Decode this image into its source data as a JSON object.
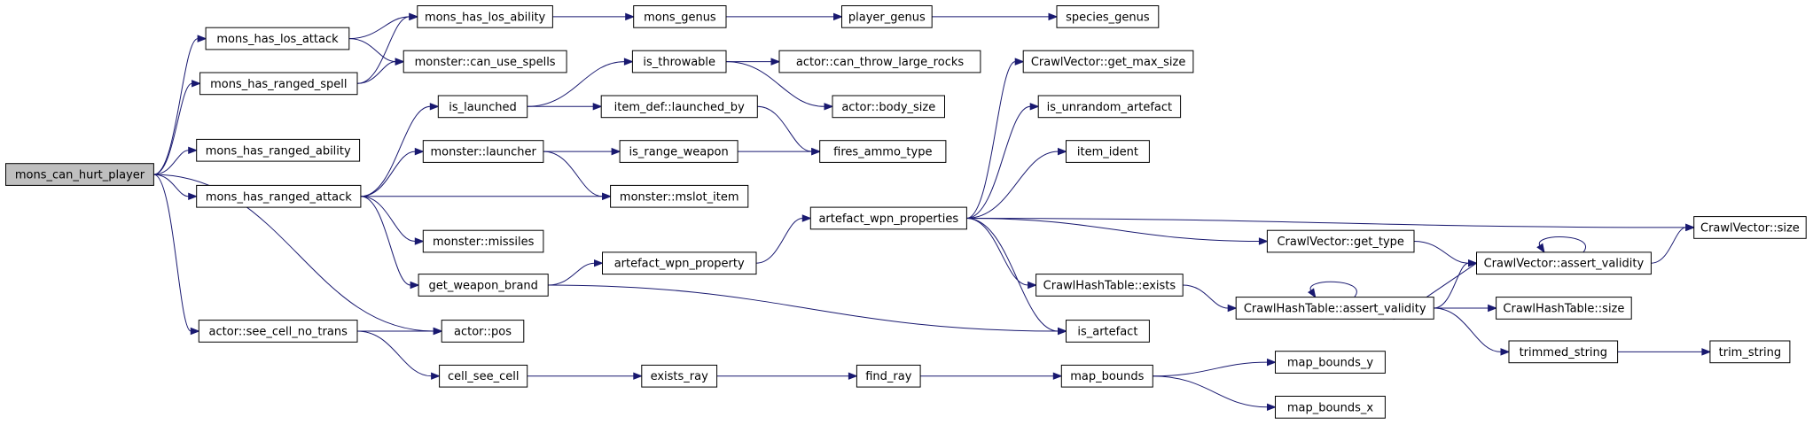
{
  "graph": {
    "edge_color": "#191970",
    "root_fill": "#bfbfbf",
    "node_fill": "#ffffff",
    "nodes": [
      {
        "id": "mons_can_hurt_player",
        "label": "mons_can_hurt_player",
        "root": true
      },
      {
        "id": "mons_has_los_attack",
        "label": "mons_has_los_attack"
      },
      {
        "id": "mons_has_ranged_spell",
        "label": "mons_has_ranged_spell"
      },
      {
        "id": "mons_has_ranged_ability",
        "label": "mons_has_ranged_ability"
      },
      {
        "id": "mons_has_ranged_attack",
        "label": "mons_has_ranged_attack"
      },
      {
        "id": "actor_see_cell_no_trans",
        "label": "actor::see_cell_no_trans"
      },
      {
        "id": "mons_has_los_ability",
        "label": "mons_has_los_ability"
      },
      {
        "id": "monster_can_use_spells",
        "label": "monster::can_use_spells"
      },
      {
        "id": "is_launched",
        "label": "is_launched"
      },
      {
        "id": "monster_launcher",
        "label": "monster::launcher"
      },
      {
        "id": "monster_missiles",
        "label": "monster::missiles"
      },
      {
        "id": "get_weapon_brand",
        "label": "get_weapon_brand"
      },
      {
        "id": "actor_pos",
        "label": "actor::pos"
      },
      {
        "id": "cell_see_cell",
        "label": "cell_see_cell"
      },
      {
        "id": "mons_genus",
        "label": "mons_genus"
      },
      {
        "id": "is_throwable",
        "label": "is_throwable"
      },
      {
        "id": "item_def_launched_by",
        "label": "item_def::launched_by"
      },
      {
        "id": "is_range_weapon",
        "label": "is_range_weapon"
      },
      {
        "id": "monster_mslot_item",
        "label": "monster::mslot_item"
      },
      {
        "id": "artefact_wpn_property",
        "label": "artefact_wpn_property"
      },
      {
        "id": "exists_ray",
        "label": "exists_ray"
      },
      {
        "id": "player_genus",
        "label": "player_genus"
      },
      {
        "id": "actor_can_throw_large_rocks",
        "label": "actor::can_throw_large_rocks"
      },
      {
        "id": "actor_body_size",
        "label": "actor::body_size"
      },
      {
        "id": "fires_ammo_type",
        "label": "fires_ammo_type"
      },
      {
        "id": "artefact_wpn_properties",
        "label": "artefact_wpn_properties"
      },
      {
        "id": "find_ray",
        "label": "find_ray"
      },
      {
        "id": "species_genus",
        "label": "species_genus"
      },
      {
        "id": "crawlvector_get_max_size",
        "label": "CrawlVector::get_max_size"
      },
      {
        "id": "is_unrandom_artefact",
        "label": "is_unrandom_artefact"
      },
      {
        "id": "item_ident",
        "label": "item_ident"
      },
      {
        "id": "crawlhashtable_exists",
        "label": "CrawlHashTable::exists"
      },
      {
        "id": "is_artefact",
        "label": "is_artefact"
      },
      {
        "id": "map_bounds",
        "label": "map_bounds"
      },
      {
        "id": "crawlvector_get_type",
        "label": "CrawlVector::get_type"
      },
      {
        "id": "crawlhashtable_assert_validity",
        "label": "CrawlHashTable::assert_validity"
      },
      {
        "id": "map_bounds_y",
        "label": "map_bounds_y"
      },
      {
        "id": "map_bounds_x",
        "label": "map_bounds_x"
      },
      {
        "id": "crawlvector_assert_validity",
        "label": "CrawlVector::assert_validity"
      },
      {
        "id": "crawlhashtable_size",
        "label": "CrawlHashTable::size"
      },
      {
        "id": "trimmed_string",
        "label": "trimmed_string"
      },
      {
        "id": "crawlvector_size",
        "label": "CrawlVector::size"
      },
      {
        "id": "trim_string",
        "label": "trim_string"
      }
    ],
    "edges": [
      [
        "mons_can_hurt_player",
        "mons_has_los_attack"
      ],
      [
        "mons_can_hurt_player",
        "mons_has_ranged_spell"
      ],
      [
        "mons_can_hurt_player",
        "mons_has_ranged_ability"
      ],
      [
        "mons_can_hurt_player",
        "mons_has_ranged_attack"
      ],
      [
        "mons_can_hurt_player",
        "actor_see_cell_no_trans"
      ],
      [
        "mons_can_hurt_player",
        "actor_pos"
      ],
      [
        "mons_has_los_attack",
        "mons_has_los_ability"
      ],
      [
        "mons_has_los_attack",
        "monster_can_use_spells"
      ],
      [
        "mons_has_ranged_spell",
        "mons_has_los_ability"
      ],
      [
        "mons_has_ranged_spell",
        "monster_can_use_spells"
      ],
      [
        "mons_has_los_ability",
        "mons_genus"
      ],
      [
        "mons_genus",
        "player_genus"
      ],
      [
        "player_genus",
        "species_genus"
      ],
      [
        "mons_has_ranged_attack",
        "is_launched"
      ],
      [
        "mons_has_ranged_attack",
        "monster_launcher"
      ],
      [
        "mons_has_ranged_attack",
        "monster_mslot_item"
      ],
      [
        "mons_has_ranged_attack",
        "monster_missiles"
      ],
      [
        "mons_has_ranged_attack",
        "get_weapon_brand"
      ],
      [
        "is_launched",
        "is_throwable"
      ],
      [
        "is_launched",
        "item_def_launched_by"
      ],
      [
        "is_throwable",
        "actor_can_throw_large_rocks"
      ],
      [
        "is_throwable",
        "actor_body_size"
      ],
      [
        "item_def_launched_by",
        "fires_ammo_type"
      ],
      [
        "monster_launcher",
        "is_range_weapon"
      ],
      [
        "monster_launcher",
        "monster_mslot_item"
      ],
      [
        "is_range_weapon",
        "fires_ammo_type"
      ],
      [
        "get_weapon_brand",
        "artefact_wpn_property"
      ],
      [
        "get_weapon_brand",
        "is_artefact"
      ],
      [
        "artefact_wpn_property",
        "artefact_wpn_properties"
      ],
      [
        "artefact_wpn_properties",
        "crawlvector_get_max_size"
      ],
      [
        "artefact_wpn_properties",
        "is_unrandom_artefact"
      ],
      [
        "artefact_wpn_properties",
        "item_ident"
      ],
      [
        "artefact_wpn_properties",
        "crawlvector_size"
      ],
      [
        "artefact_wpn_properties",
        "crawlvector_get_type"
      ],
      [
        "artefact_wpn_properties",
        "crawlhashtable_exists"
      ],
      [
        "artefact_wpn_properties",
        "is_artefact"
      ],
      [
        "crawlvector_get_type",
        "crawlvector_assert_validity"
      ],
      [
        "crawlvector_assert_validity",
        "crawlvector_assert_validity"
      ],
      [
        "crawlvector_assert_validity",
        "crawlvector_size"
      ],
      [
        "crawlvector_assert_validity",
        "crawlhashtable_assert_validity"
      ],
      [
        "crawlhashtable_exists",
        "crawlhashtable_assert_validity"
      ],
      [
        "crawlhashtable_assert_validity",
        "crawlhashtable_assert_validity"
      ],
      [
        "crawlhashtable_assert_validity",
        "crawlvector_assert_validity"
      ],
      [
        "crawlhashtable_assert_validity",
        "crawlhashtable_size"
      ],
      [
        "crawlhashtable_assert_validity",
        "trimmed_string"
      ],
      [
        "trimmed_string",
        "trim_string"
      ],
      [
        "actor_see_cell_no_trans",
        "actor_pos"
      ],
      [
        "actor_see_cell_no_trans",
        "cell_see_cell"
      ],
      [
        "cell_see_cell",
        "exists_ray"
      ],
      [
        "exists_ray",
        "find_ray"
      ],
      [
        "find_ray",
        "map_bounds"
      ],
      [
        "map_bounds",
        "map_bounds_y"
      ],
      [
        "map_bounds",
        "map_bounds_x"
      ]
    ]
  }
}
